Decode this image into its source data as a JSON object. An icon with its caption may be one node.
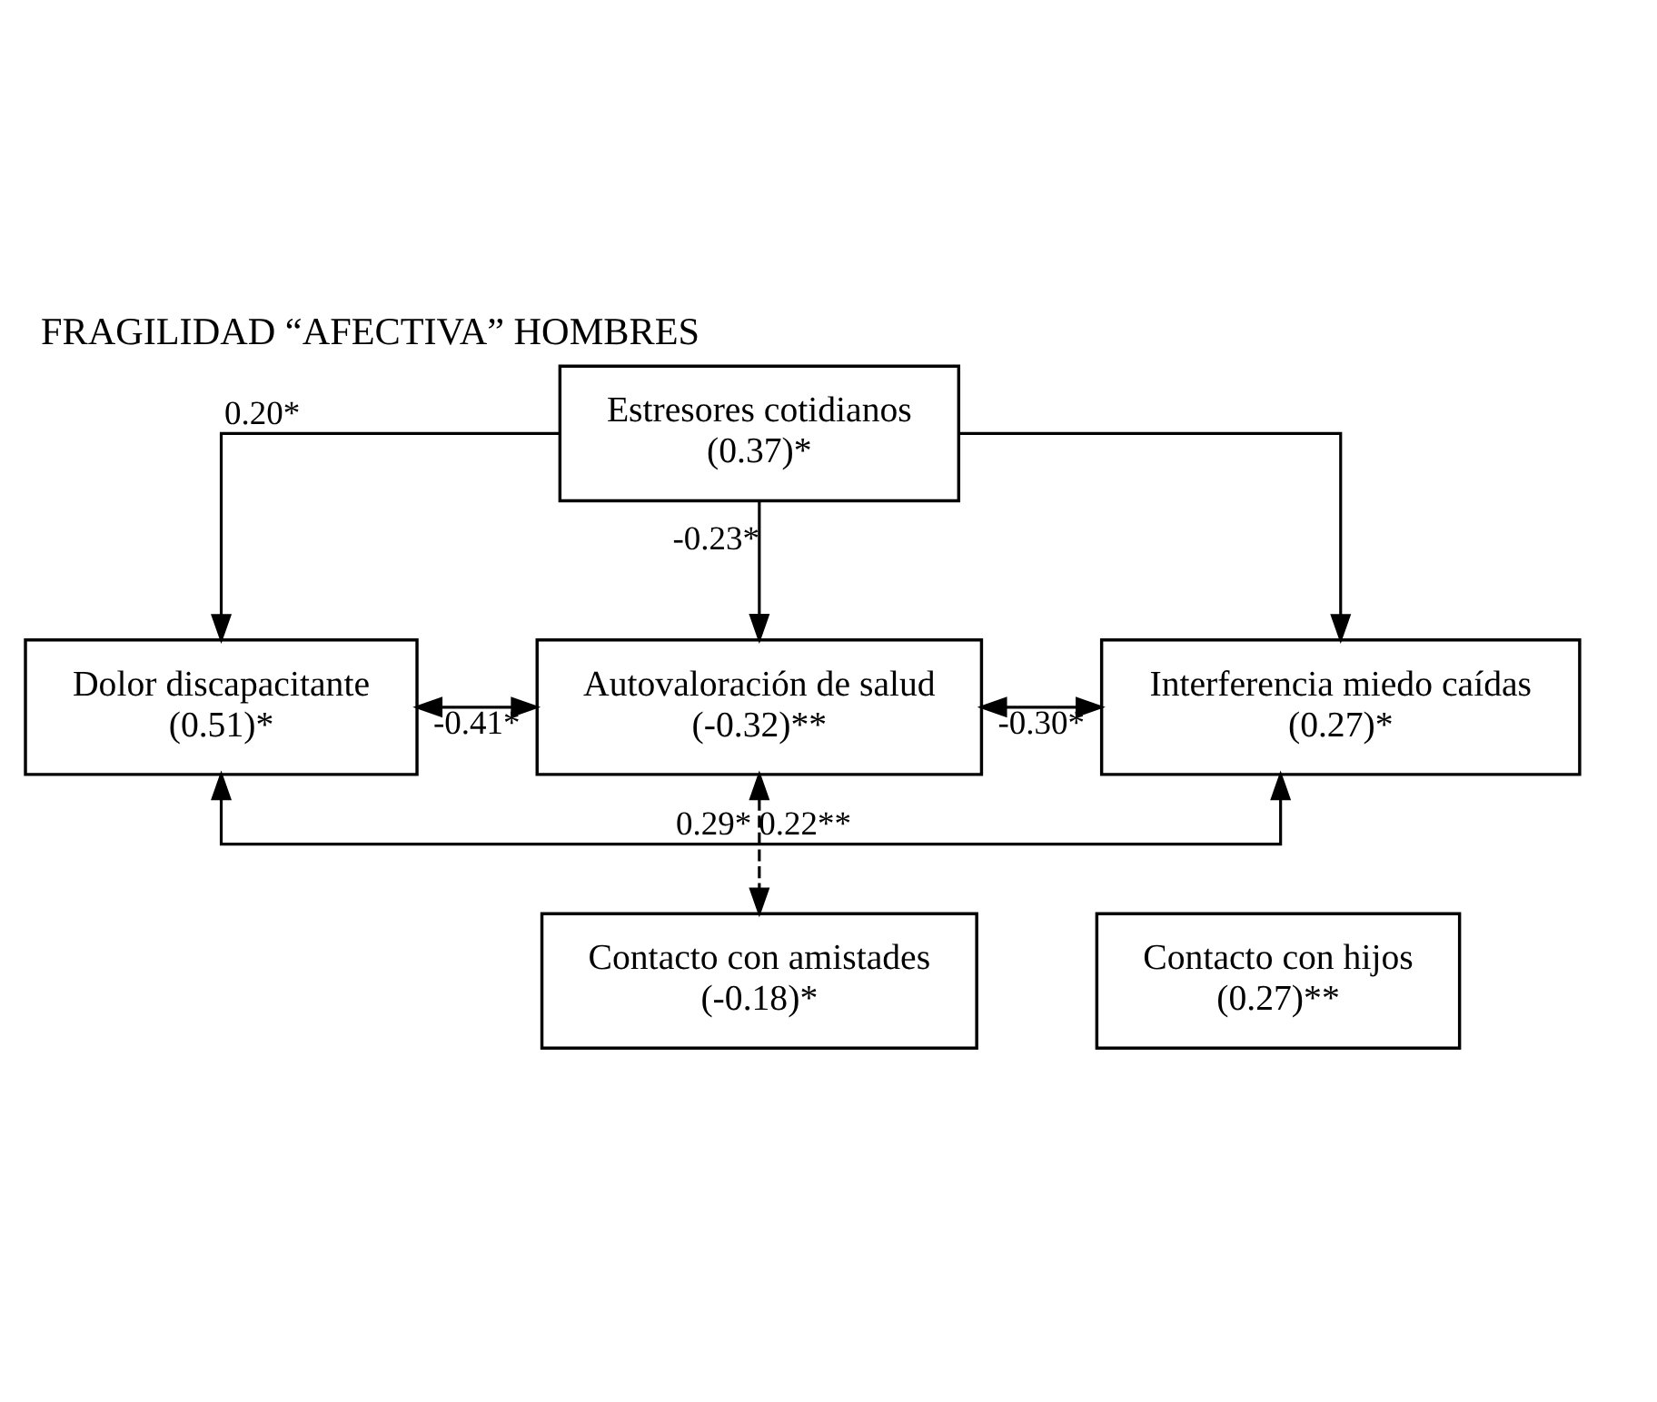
{
  "diagram": {
    "title": "FRAGILIDAD “AFECTIVA” HOMBRES",
    "nodes": [
      {
        "text": [
          "Estresores cotidianos",
          "(0.37)*"
        ]
      },
      {
        "text": [
          "Dolor discapacitante",
          "(0.51)*"
        ]
      },
      {
        "text": [
          "Autovaloración de salud",
          "(-0.32)**"
        ]
      },
      {
        "text": [
          "Interferencia miedo caídas",
          "(0.27)*"
        ]
      },
      {
        "text": [
          "Contacto con amistades",
          "(-0.18)*"
        ]
      },
      {
        "text": [
          "Contacto con hijos",
          "(0.27)**"
        ]
      }
    ],
    "edges": [
      {
        "from": 0,
        "to": 1,
        "arrow": "to",
        "label": "0.20*"
      },
      {
        "from": 0,
        "to": 2,
        "arrow": "to",
        "label": "-0.23*"
      },
      {
        "from": 0,
        "to": 3,
        "arrow": "to"
      },
      {
        "from": 1,
        "to": 2,
        "arrow": "both",
        "label": "-0.41*"
      },
      {
        "from": 2,
        "to": 3,
        "arrow": "both",
        "label": "-0.30*"
      },
      {
        "from": 1,
        "to": 3,
        "arrow": "both",
        "label": "0.29*"
      },
      {
        "from": 2,
        "to": 4,
        "arrow": "both",
        "label": "0.22**",
        "style": "dashed"
      }
    ]
  }
}
